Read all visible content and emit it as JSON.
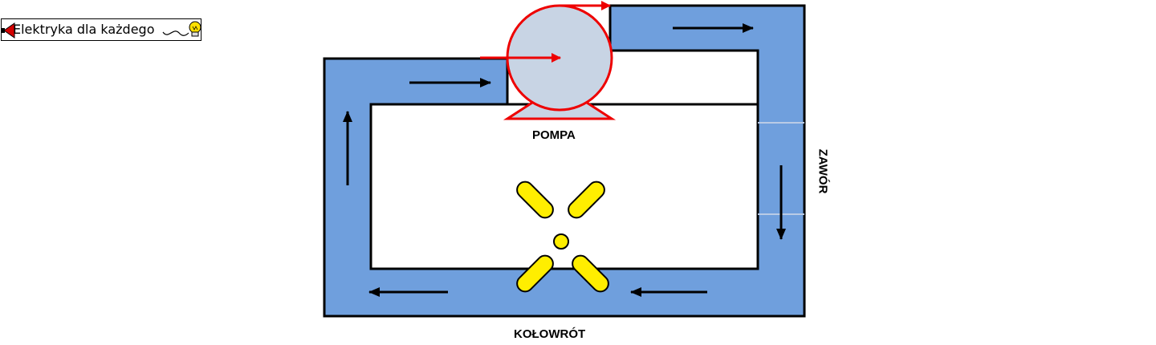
{
  "logo": {
    "text": "Elektryka dla każdego",
    "icon": "lightbulb-icon",
    "plug_icon": "plug-icon",
    "plug_color": "#d40000",
    "bulb_color": "#ffe000"
  },
  "diagram": {
    "pump_label": "POMPA",
    "valve_label": "ZAWÓR",
    "turbine_label": "KOŁOWRÓT",
    "colors": {
      "pipe": "#6f9fdd",
      "pump_body": "#c8d4e4",
      "pump_outline": "#ee0000",
      "turbine": "#ffee00",
      "arrows": "#000000",
      "pump_arrow": "#ee0000",
      "valve_lines": "#b9cbe6"
    }
  }
}
